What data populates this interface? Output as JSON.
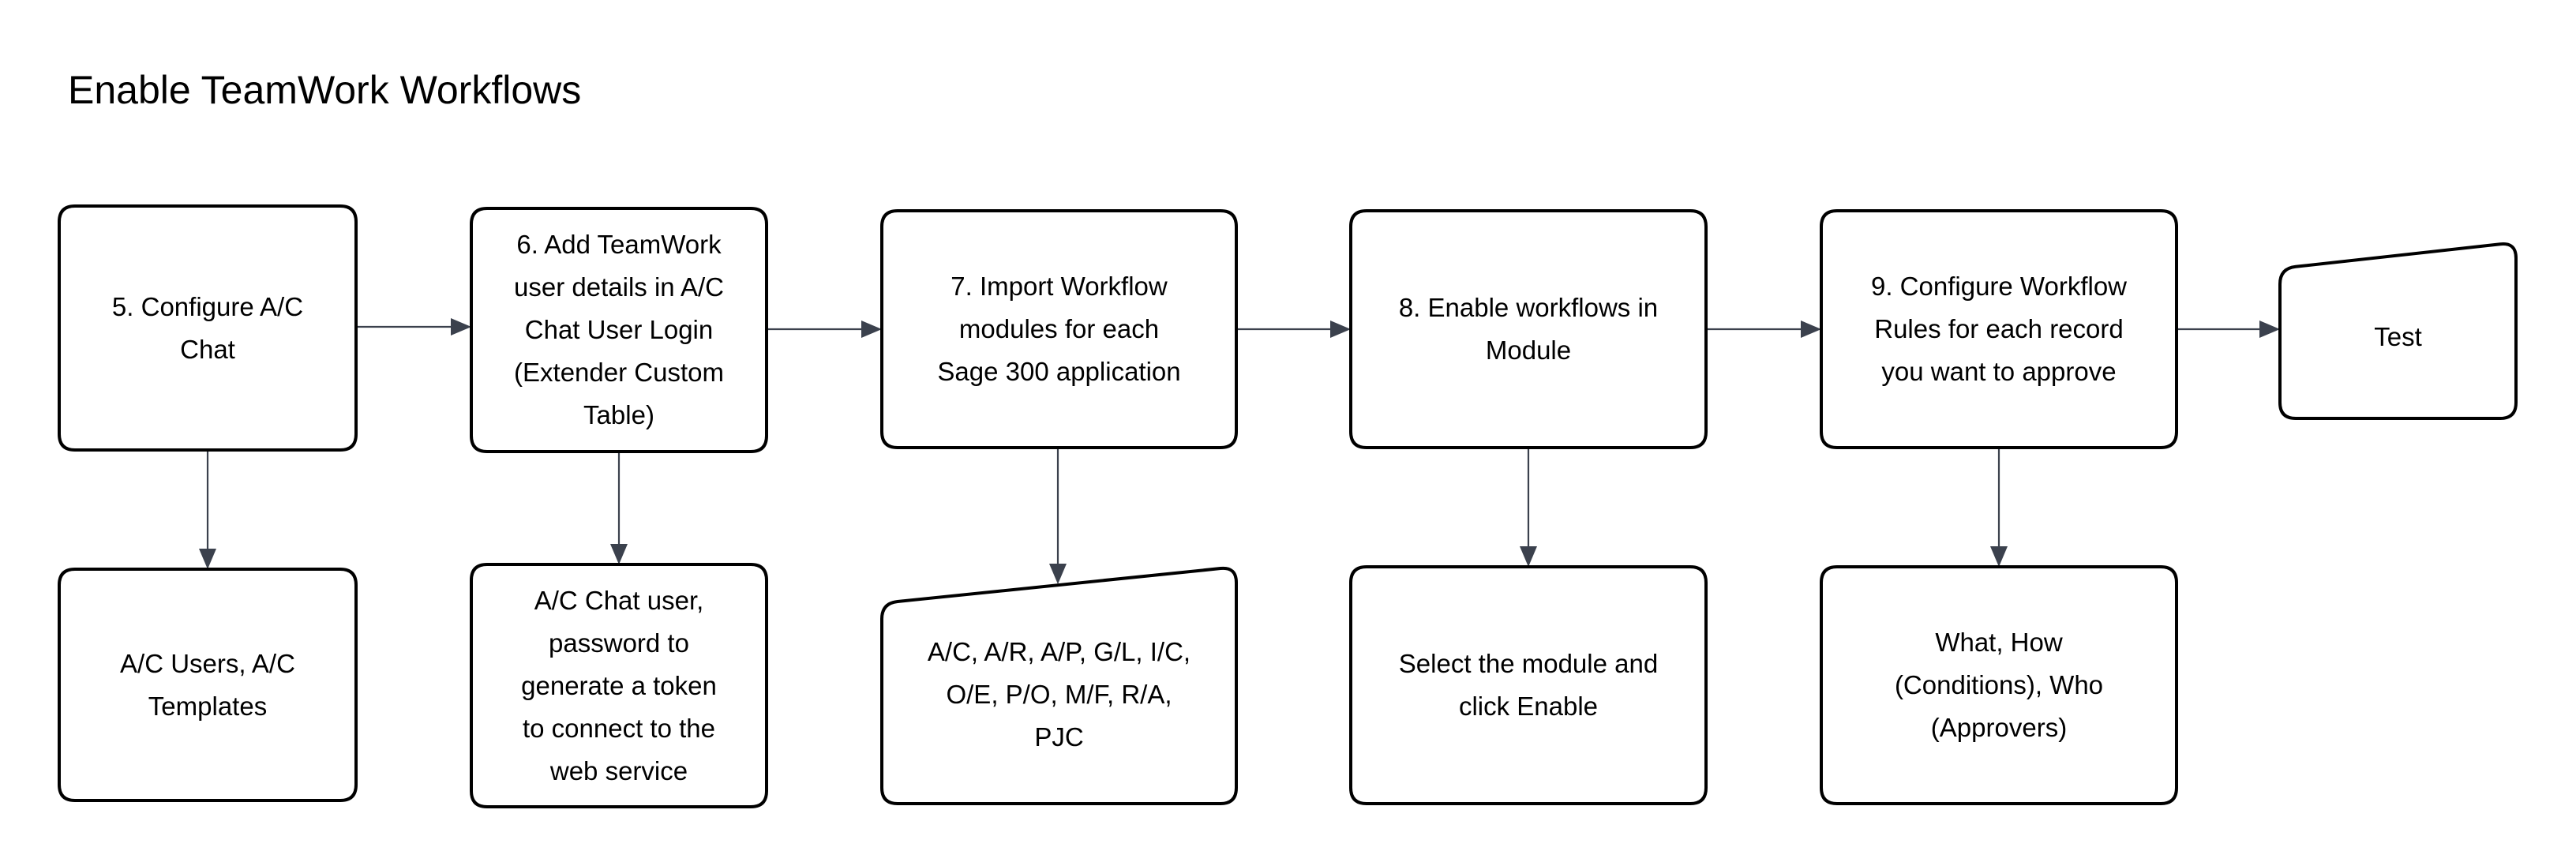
{
  "title": "Enable TeamWork Workflows",
  "colors": {
    "node_stroke": "#000000",
    "node_fill": "#ffffff",
    "edge": "#3b414d",
    "text": "#000000"
  },
  "nodes": [
    {
      "id": "step5",
      "shape": "rounded-rect",
      "lines": [
        "5. Configure A/C",
        "Chat"
      ]
    },
    {
      "id": "step6",
      "shape": "rounded-rect",
      "lines": [
        "6. Add TeamWork",
        "user details in A/C",
        "Chat User Login",
        "(Extender Custom",
        "Table)"
      ]
    },
    {
      "id": "step7",
      "shape": "rounded-rect",
      "lines": [
        "7. Import Workflow",
        "modules for each",
        "Sage 300 application"
      ]
    },
    {
      "id": "step8",
      "shape": "rounded-rect",
      "lines": [
        "8. Enable workflows in",
        "Module"
      ]
    },
    {
      "id": "step9",
      "shape": "rounded-rect",
      "lines": [
        "9. Configure Workflow",
        "Rules for each record",
        "you want to approve"
      ]
    },
    {
      "id": "test",
      "shape": "manual-input",
      "lines": [
        "Test"
      ]
    },
    {
      "id": "detail5",
      "shape": "rounded-rect",
      "lines": [
        "A/C Users, A/C",
        "Templates"
      ]
    },
    {
      "id": "detail6",
      "shape": "rounded-rect",
      "lines": [
        "A/C Chat user,",
        "password to",
        "generate a token",
        "to connect to the",
        "web service"
      ]
    },
    {
      "id": "detail7",
      "shape": "manual-input",
      "lines": [
        "A/C, A/R, A/P, G/L, I/C,",
        "O/E, P/O, M/F, R/A,",
        "PJC"
      ]
    },
    {
      "id": "detail8",
      "shape": "rounded-rect",
      "lines": [
        "Select the module and",
        "click Enable"
      ]
    },
    {
      "id": "detail9",
      "shape": "rounded-rect",
      "lines": [
        "What, How",
        "(Conditions), Who",
        "(Approvers)"
      ]
    }
  ],
  "edges": [
    {
      "from": "step5",
      "to": "step6"
    },
    {
      "from": "step6",
      "to": "step7"
    },
    {
      "from": "step7",
      "to": "step8"
    },
    {
      "from": "step8",
      "to": "step9"
    },
    {
      "from": "step9",
      "to": "test"
    },
    {
      "from": "step5",
      "to": "detail5"
    },
    {
      "from": "step6",
      "to": "detail6"
    },
    {
      "from": "step7",
      "to": "detail7"
    },
    {
      "from": "step8",
      "to": "detail8"
    },
    {
      "from": "step9",
      "to": "detail9"
    }
  ]
}
